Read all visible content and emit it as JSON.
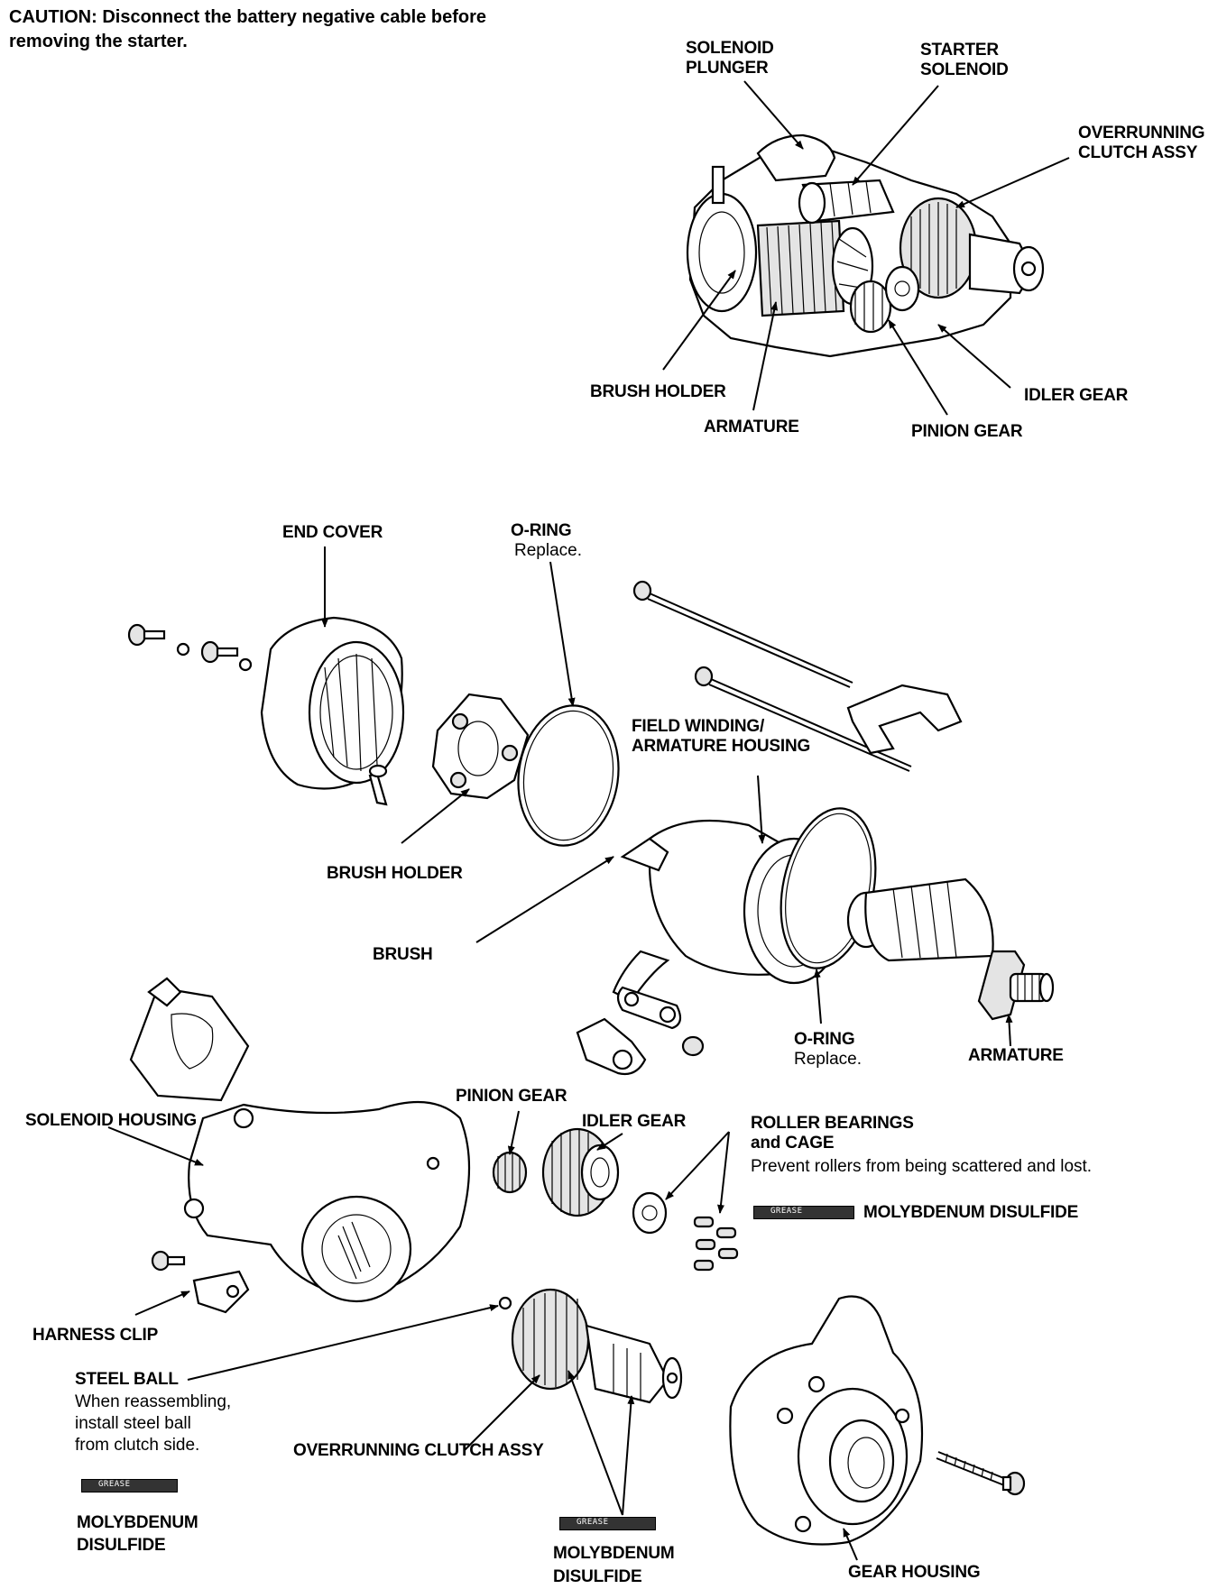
{
  "caution": {
    "line1": "CAUTION:  Disconnect the battery negative cable before",
    "line2": "removing the starter."
  },
  "assembled": {
    "solenoid_plunger": [
      "SOLENOID",
      "PLUNGER"
    ],
    "starter_solenoid": [
      "STARTER",
      "SOLENOID"
    ],
    "overrunning_clutch": [
      "OVERRUNNING",
      "CLUTCH ASSY"
    ],
    "brush_holder": "BRUSH HOLDER",
    "armature": "ARMATURE",
    "idler_gear": "IDLER GEAR",
    "pinion_gear": "PINION GEAR"
  },
  "exploded": {
    "end_cover": "END COVER",
    "o_ring_top": "O-RING",
    "o_ring_top_note": "Replace.",
    "field_winding": [
      "FIELD WINDING/",
      "ARMATURE HOUSING"
    ],
    "brush_holder": "BRUSH HOLDER",
    "brush": "BRUSH",
    "o_ring_bottom": "O-RING",
    "o_ring_bottom_note": "Replace.",
    "armature": "ARMATURE",
    "pinion_gear": "PINION GEAR",
    "solenoid_housing": "SOLENOID HOUSING",
    "idler_gear": "IDLER GEAR",
    "roller_bearings": [
      "ROLLER BEARINGS",
      "and CAGE"
    ],
    "roller_note": "Prevent rollers from being scattered and lost.",
    "roller_grease": "MOLYBDENUM DISULFIDE",
    "harness_clip": "HARNESS CLIP",
    "steel_ball": "STEEL BALL",
    "steel_ball_note": [
      "When reassembling,",
      "install steel ball",
      "from clutch side."
    ],
    "steel_ball_grease": [
      "MOLYBDENUM",
      "DISULFIDE"
    ],
    "overrunning_clutch": "OVERRUNNING CLUTCH ASSY",
    "clutch_grease": [
      "MOLYBDENUM",
      "DISULFIDE"
    ],
    "gear_housing": "GEAR HOUSING",
    "grease_tube_label": "GREASE"
  }
}
